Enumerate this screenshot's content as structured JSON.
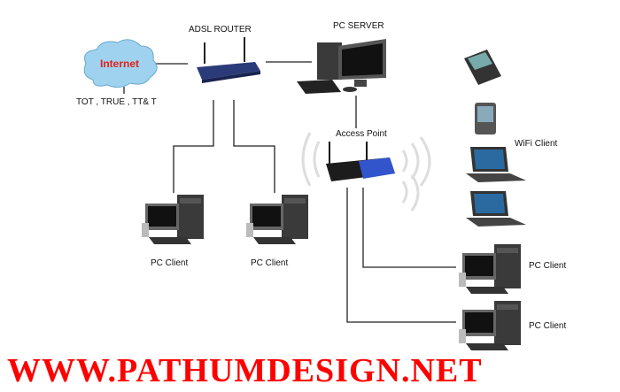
{
  "labels": {
    "internet": "Internet",
    "isp": "TOT , TRUE , TT& T",
    "router": "ADSL ROUTER",
    "server": "PC SERVER",
    "access_point": "Access Point",
    "wifi_client": "WiFi Client",
    "pc_client_1": "PC  Client",
    "pc_client_2": "PC  Client",
    "pc_client_3": "PC  Client",
    "pc_client_4": "PC  Client"
  },
  "watermark": "WWW.PATHUMDESIGN.NET",
  "colors": {
    "line": "#222222",
    "watermark": "#ff0000",
    "router": "#2b3a78",
    "ap": "#3355cc",
    "cloud": "#9fd2ee"
  }
}
